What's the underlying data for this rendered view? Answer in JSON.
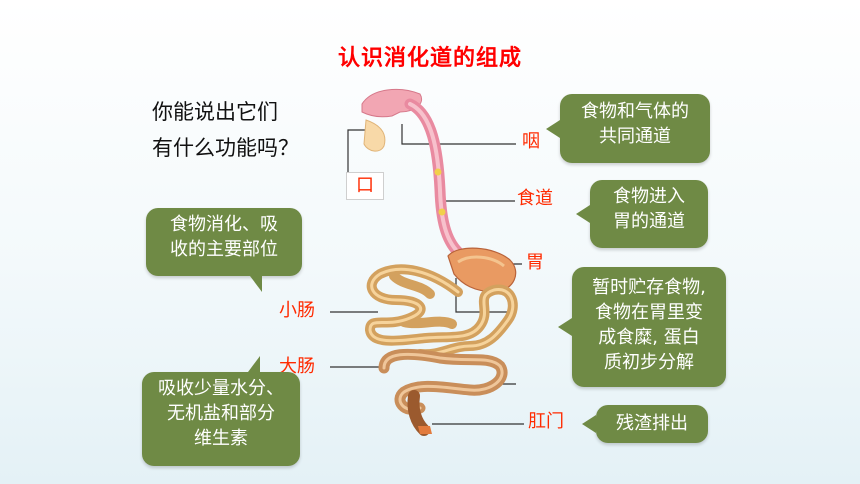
{
  "title": "认识消化道的组成",
  "question": {
    "line1": "你能说出它们",
    "line2": "有什么功能吗？"
  },
  "labels": {
    "mouth": "口",
    "pharynx": "咽",
    "esophagus": "食道",
    "stomach": "胃",
    "small_intestine": "小肠",
    "large_intestine": "大肠",
    "anus": "肛门"
  },
  "bubbles": {
    "pharynx": [
      "食物和气体的",
      "共同通道"
    ],
    "esophagus": [
      "食物进入",
      "胃的通道"
    ],
    "stomach": [
      "暂时贮存食物,",
      "食物在胃里变",
      "成食糜, 蛋白",
      "质初步分解"
    ],
    "small_intestine": [
      "食物消化、吸",
      "收的主要部位"
    ],
    "large_intestine": [
      "吸收少量水分、",
      "无机盐和部分",
      "维生素"
    ],
    "anus": [
      "残渣排出"
    ]
  },
  "colors": {
    "label": "#ff2a00",
    "bubble": "#6f8a45",
    "title": "#ff0000"
  }
}
